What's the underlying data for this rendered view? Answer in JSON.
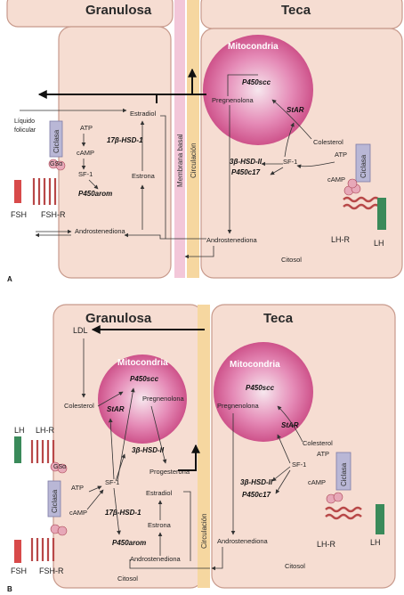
{
  "panel_a": {
    "letter": "A",
    "granulosa_title": "Granulosa",
    "teca_title": "Teca",
    "mitocondria": "Mitocondria",
    "p450scc": "P450scc",
    "pregnenolona": "Pregnenolona",
    "star": "StAR",
    "colesterol": "Colesterol",
    "sf1_teca": "SF-1",
    "atp_teca": "ATP",
    "camp_teca": "cAMP",
    "hsd_ii": "3β-HSD-II",
    "p450c17": "P450c17",
    "androstenediona_teca": "Androstenediona",
    "citosol_teca": "Citosol",
    "lh_r": "LH-R",
    "lh": "LH",
    "ciclasa": "Ciclasa",
    "gsa": "GSα",
    "liquido": "Líquido",
    "folicular": "folicular",
    "atp_gran": "ATP",
    "camp_gran": "cAMP",
    "sf1_gran": "SF-1",
    "p450arom": "P450arom",
    "hsd1": "17β-HSD-1",
    "estradiol": "Estradiol",
    "estrona": "Estrona",
    "androstenediona_gran": "Androstenediona",
    "fsh": "FSH",
    "fsh_r": "FSH-R",
    "membrana_basal": "Membrana basal",
    "circulacion": "Circulación"
  },
  "panel_b": {
    "letter": "B",
    "granulosa_title": "Granulosa",
    "teca_title": "Teca",
    "ldl": "LDL",
    "colesterol_gran": "Colesterol",
    "mitocondria_gran": "Mitocondria",
    "p450scc_gran": "P450scc",
    "pregnenolona_gran": "Pregnenolona",
    "star_gran": "StAR",
    "hsd_ii_gran": "3β-HSD-II",
    "progesterona": "Progesterona",
    "sf1_gran": "SF-1",
    "estradiol": "Estradiol",
    "hsd1": "17β-HSD-1",
    "estrona": "Estrona",
    "p450arom": "P450arom",
    "androstenediona_gran": "Androstenediona",
    "citosol_gran": "Citosol",
    "lh_left": "LH",
    "lh_r_left": "LH-R",
    "gsa": "GSα",
    "ciclasa": "Ciclasa",
    "atp_gran": "ATP",
    "camp_gran": "cAMP",
    "fsh": "FSH",
    "fsh_r": "FSH-R",
    "mitocondria_teca": "Mitocondria",
    "p450scc_teca": "P450scc",
    "pregnenolona_teca": "Pregnenolona",
    "star_teca": "StAR",
    "colesterol_teca": "Colesterol",
    "sf1_teca": "SF-1",
    "atp_teca": "ATP",
    "camp_teca": "cAMP",
    "hsd_ii_teca": "3β-HSD-II",
    "p450c17": "P450c17",
    "androstenediona_teca": "Androstenediona",
    "citosol_teca": "Citosol",
    "lh_r_right": "LH-R",
    "lh_right": "LH",
    "circulacion": "Circulación"
  },
  "colors": {
    "cell_fill": "#f6ddd2",
    "mito_fill": "#d9559a",
    "membrana": "#f3c7d9",
    "circulacion": "#f6d7a0",
    "ciclasa": "#b9b7d6",
    "fsh_red": "#d84a4a",
    "lh_green": "#3a8a5a"
  }
}
